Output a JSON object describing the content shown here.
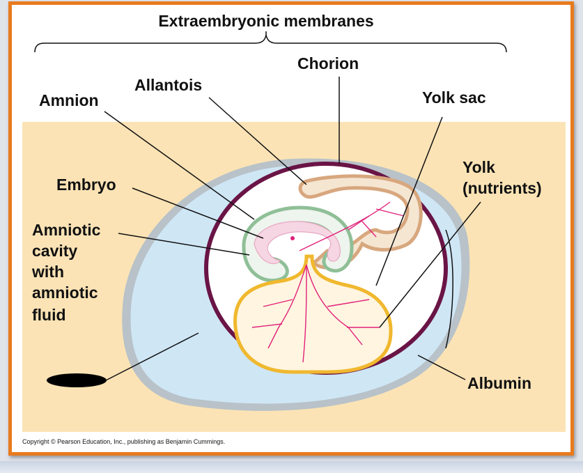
{
  "diagram": {
    "title": "Extraembryonic membranes",
    "labels": {
      "chorion": "Chorion",
      "allantois": "Allantois",
      "amnion": "Amnion",
      "yolk_sac": "Yolk sac",
      "yolk_line1": "Yolk",
      "yolk_line2": "(nutrients)",
      "embryo": "Embryo",
      "cavity_line1": "Amniotic",
      "cavity_line2": "cavity",
      "cavity_line3": "with",
      "cavity_line4": "amniotic",
      "cavity_line5": "fluid",
      "albumin": "Albumin"
    },
    "copyright": "Copyright © Pearson Education, Inc., publishing as Benjamin Cummings.",
    "colors": {
      "frame_border": "#e87b1e",
      "background_panel": "#fbe3b5",
      "albumin": "#cfe6f5",
      "shell": "#b8c2c8",
      "chorion": "#6a1446",
      "allantois": "#d8a77e",
      "amnion": "#8fbf97",
      "yolk_sac": "#f0b82e",
      "blood_vessels": "#e0207a"
    }
  }
}
